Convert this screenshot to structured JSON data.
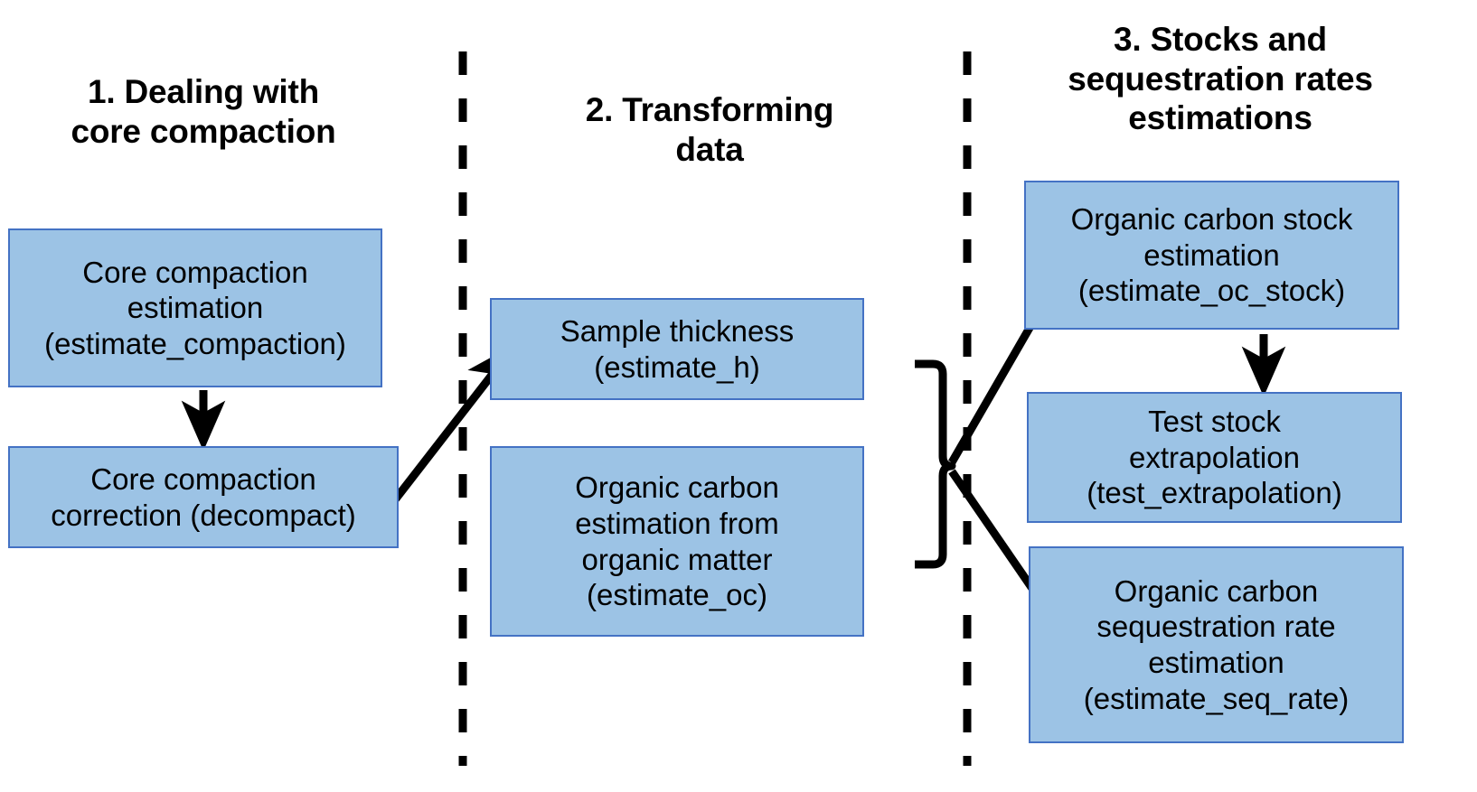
{
  "diagram": {
    "title_col1": "1. Dealing with\ncore compaction",
    "title_col2": "2. Transforming\ndata",
    "title_col3": "3. Stocks and\nsequestration rates\nestimations",
    "colors": {
      "box_fill": "#9CC3E5",
      "box_border": "#4472C4",
      "text": "#000000",
      "background": "#FFFFFF",
      "connector": "#000000"
    },
    "columns": [
      {
        "index": 1,
        "name": "dealing-with-core-compaction",
        "boxes": [
          {
            "id": "estimate-compaction",
            "label": "Core compaction\nestimation\n(estimate_compaction)"
          },
          {
            "id": "decompact",
            "label": "Core compaction\ncorrection (decompact)"
          }
        ]
      },
      {
        "index": 2,
        "name": "transforming-data",
        "boxes": [
          {
            "id": "estimate-h",
            "label": "Sample thickness\n(estimate_h)"
          },
          {
            "id": "estimate-oc",
            "label": "Organic carbon\nestimation from\norganic matter\n(estimate_oc)"
          }
        ]
      },
      {
        "index": 3,
        "name": "stocks-and-sequestration-rates-estimations",
        "boxes": [
          {
            "id": "estimate-oc-stock",
            "label": "Organic carbon stock\nestimation\n(estimate_oc_stock)"
          },
          {
            "id": "test-extrapolation",
            "label": "Test stock\nextrapolation\n(test_extrapolation)"
          },
          {
            "id": "estimate-seq-rate",
            "label": "Organic carbon\nsequestration rate\nestimation\n(estimate_seq_rate)"
          }
        ]
      }
    ],
    "connectors": [
      {
        "id": "compaction-to-decompact",
        "type": "arrow",
        "from": "estimate-compaction",
        "to": "decompact"
      },
      {
        "id": "decompact-to-transforming",
        "type": "arrow",
        "from": "decompact",
        "to": "estimate-h"
      },
      {
        "id": "transforming-brace",
        "type": "brace",
        "from": "estimate-h,estimate-oc",
        "to": "stocks-column"
      },
      {
        "id": "brace-to-oc-stock",
        "type": "arrow",
        "from": "transforming-brace",
        "to": "estimate-oc-stock"
      },
      {
        "id": "brace-to-seq-rate",
        "type": "arrow",
        "from": "transforming-brace",
        "to": "estimate-seq-rate"
      },
      {
        "id": "oc-stock-to-test-extrapolation",
        "type": "arrow",
        "from": "estimate-oc-stock",
        "to": "test-extrapolation"
      }
    ],
    "dividers": [
      {
        "id": "divider-1",
        "orientation": "vertical",
        "style": "dashed"
      },
      {
        "id": "divider-2",
        "orientation": "vertical",
        "style": "dashed"
      }
    ]
  }
}
